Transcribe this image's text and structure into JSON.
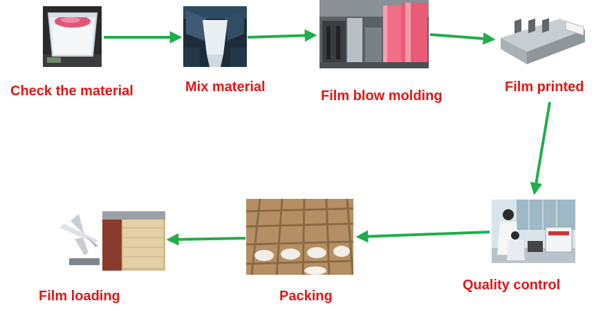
{
  "colors": {
    "arrow": "#1fae4a",
    "label": "#e41515"
  },
  "steps": [
    {
      "id": "check",
      "label": "Check the material",
      "icon": "scale-container-photo"
    },
    {
      "id": "mix",
      "label": "Mix material",
      "icon": "hopper-photo"
    },
    {
      "id": "blow",
      "label": "Film blow molding",
      "icon": "film-rolls-photo"
    },
    {
      "id": "print",
      "label": "Film printed",
      "icon": "printing-press-photo"
    },
    {
      "id": "quality",
      "label": "Quality control",
      "icon": "lab-technician-photo"
    },
    {
      "id": "packing",
      "label": "Packing",
      "icon": "carton-boxes-photo"
    },
    {
      "id": "loading",
      "label": "Film loading",
      "icon": "airplane-container-photo"
    }
  ]
}
